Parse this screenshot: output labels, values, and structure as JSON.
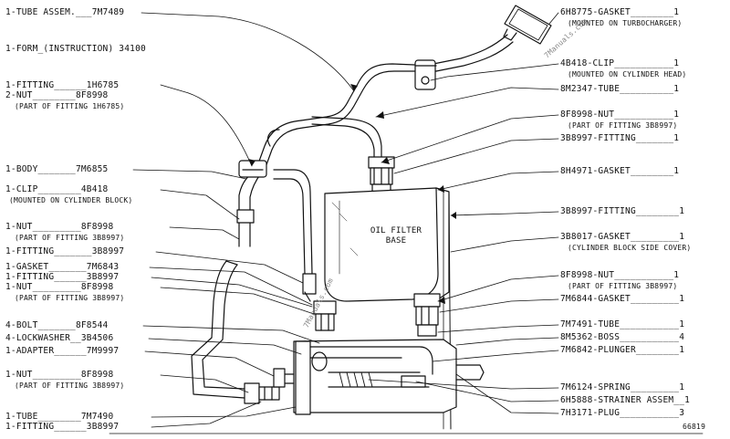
{
  "figure_number": "66819",
  "base_text": [
    "OIL FILTER",
    "BASE"
  ],
  "watermarks": [
    "7Manuals.com",
    "7Manuals.com"
  ],
  "left_callouts": [
    {
      "text": "1-TUBE ASSEM.___7M7489"
    },
    {
      "text": "1-FORM_(INSTRUCTION) 34100"
    },
    {
      "text": "1-FITTING______1H6785"
    },
    {
      "text": "2-NUT________8F8998"
    },
    {
      "text": "(PART OF FITTING 1H6785)"
    },
    {
      "text": "1-BODY_______7M6855"
    },
    {
      "text": "1-CLIP________4B418"
    },
    {
      "text": "(MOUNTED ON CYLINDER BLOCK)"
    },
    {
      "text": "1-NUT_________8F8998"
    },
    {
      "text": "(PART OF FITTING 3B8997)"
    },
    {
      "text": "1-FITTING_______3B8997"
    },
    {
      "text": "1-GASKET_______7M6843"
    },
    {
      "text": "1-FITTING______3B8997"
    },
    {
      "text": "1-NUT_________8F8998"
    },
    {
      "text": "(PART OF FITTING 3B8997)"
    },
    {
      "text": "4-BOLT_______8F8544"
    },
    {
      "text": "4-LOCKWASHER__3B4506"
    },
    {
      "text": "1-ADAPTER______7M9997"
    },
    {
      "text": "1-NUT_________8F8998"
    },
    {
      "text": "(PART OF FITTING 3B8997)"
    },
    {
      "text": "1-TUBE________7M7490"
    },
    {
      "text": "1-FITTING______3B8997"
    }
  ],
  "right_callouts": [
    {
      "text": "6H8775-GASKET________1"
    },
    {
      "text": "(MOUNTED ON TURBOCHARGER)"
    },
    {
      "text": "4B418-CLIP___________1"
    },
    {
      "text": "(MOUNTED ON CYLINDER HEAD)"
    },
    {
      "text": "8M2347-TUBE__________1"
    },
    {
      "text": "8F8998-NUT___________1"
    },
    {
      "text": "(PART OF FITTING 3B8997)"
    },
    {
      "text": "3B8997-FITTING_______1"
    },
    {
      "text": "8H4971-GASKET________1"
    },
    {
      "text": "3B8997-FITTING________1"
    },
    {
      "text": "3B8017-GASKET_________1"
    },
    {
      "text": "(CYLINDER BLOCK SIDE COVER)"
    },
    {
      "text": "8F8998-NUT___________1"
    },
    {
      "text": "(PART OF FITTING 3B8997)"
    },
    {
      "text": "7M6844-GASKET_________1"
    },
    {
      "text": "7M7491-TUBE___________1"
    },
    {
      "text": "8M5362-BOSS___________4"
    },
    {
      "text": "7M6842-PLUNGER________1"
    },
    {
      "text": "7M6124-SPRING_________1"
    },
    {
      "text": "6H5888-STRAINER ASSEM__1"
    },
    {
      "text": "7H3171-PLUG___________3"
    }
  ]
}
